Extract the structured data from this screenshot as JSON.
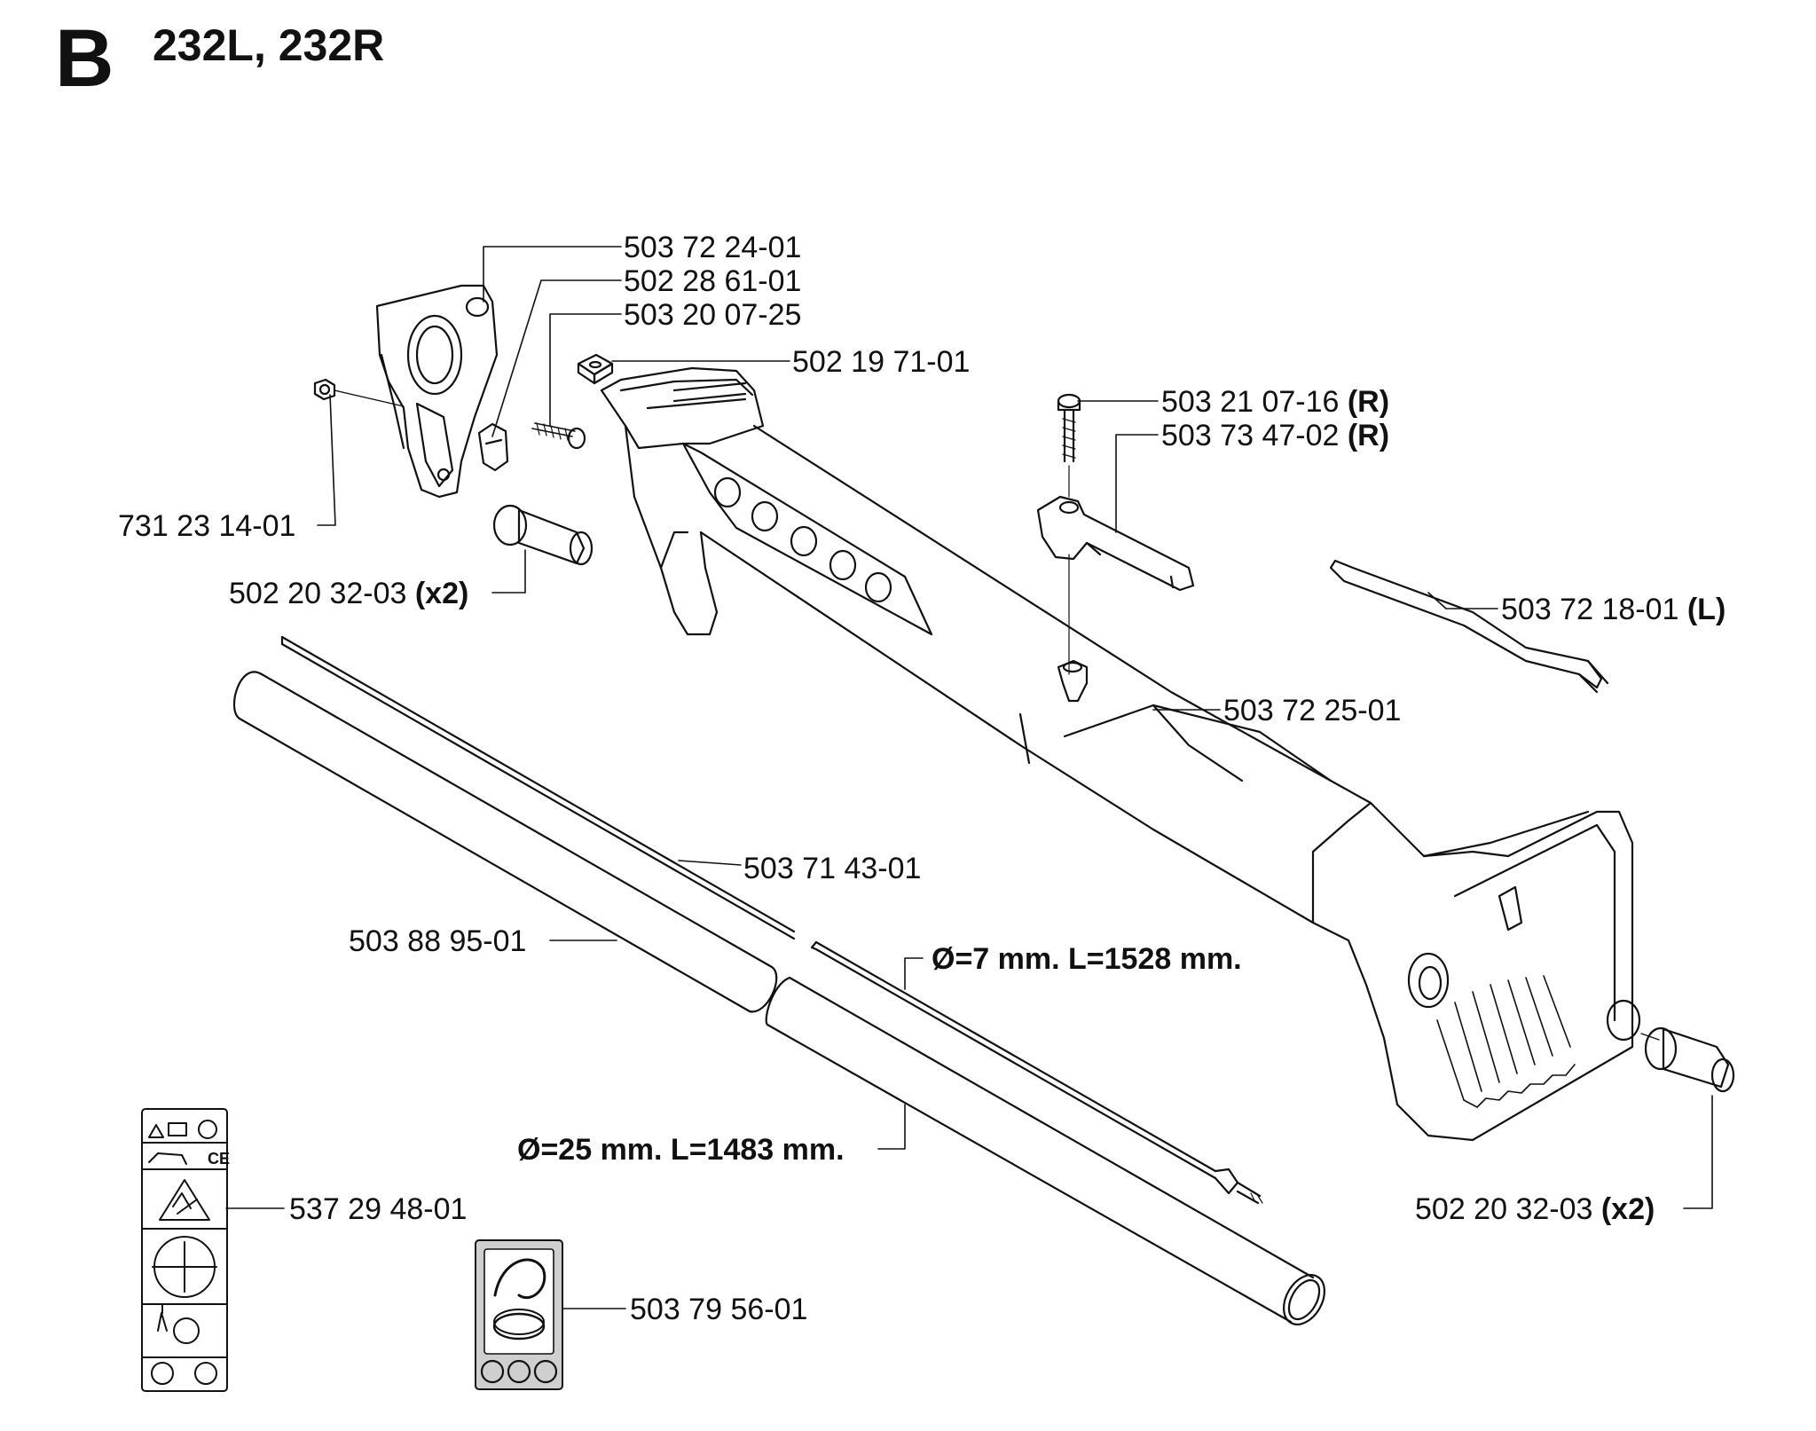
{
  "header": {
    "section_letter": "B",
    "title": "232L, 232R"
  },
  "labels": {
    "l_503_72_24_01": {
      "part": "503 72 24-01",
      "note": ""
    },
    "l_502_28_61_01": {
      "part": "502 28 61-01",
      "note": ""
    },
    "l_503_20_07_25": {
      "part": "503 20 07-25",
      "note": ""
    },
    "l_502_19_71_01": {
      "part": "502 19 71-01",
      "note": ""
    },
    "l_503_21_07_16": {
      "part": "503 21 07-16",
      "note": "(R)"
    },
    "l_503_73_47_02": {
      "part": "503 73 47-02",
      "note": "(R)"
    },
    "l_731_23_14_01": {
      "part": "731 23 14-01",
      "note": ""
    },
    "l_502_20_32_03_a": {
      "part": "502 20 32-03",
      "note": "(x2)"
    },
    "l_503_72_18_01": {
      "part": "503 72 18-01",
      "note": "(L)"
    },
    "l_503_72_25_01": {
      "part": "503 72 25-01",
      "note": ""
    },
    "l_503_71_43_01": {
      "part": "503 71 43-01",
      "note": ""
    },
    "l_503_88_95_01": {
      "part": "503 88 95-01",
      "note": ""
    },
    "l_537_29_48_01": {
      "part": "537 29 48-01",
      "note": ""
    },
    "l_503_79_56_01": {
      "part": "503 79 56-01",
      "note": ""
    },
    "l_502_20_32_03_b": {
      "part": "502 20 32-03",
      "note": "(x2)"
    }
  },
  "dimensions": {
    "shaft": "Ø=7 mm. L=1528 mm.",
    "tube": "Ø=25 mm. L=1483 mm."
  },
  "decal": {
    "ce_mark": "CE"
  },
  "colors": {
    "ink": "#111111",
    "panel_gray": "#cfcfcf"
  }
}
